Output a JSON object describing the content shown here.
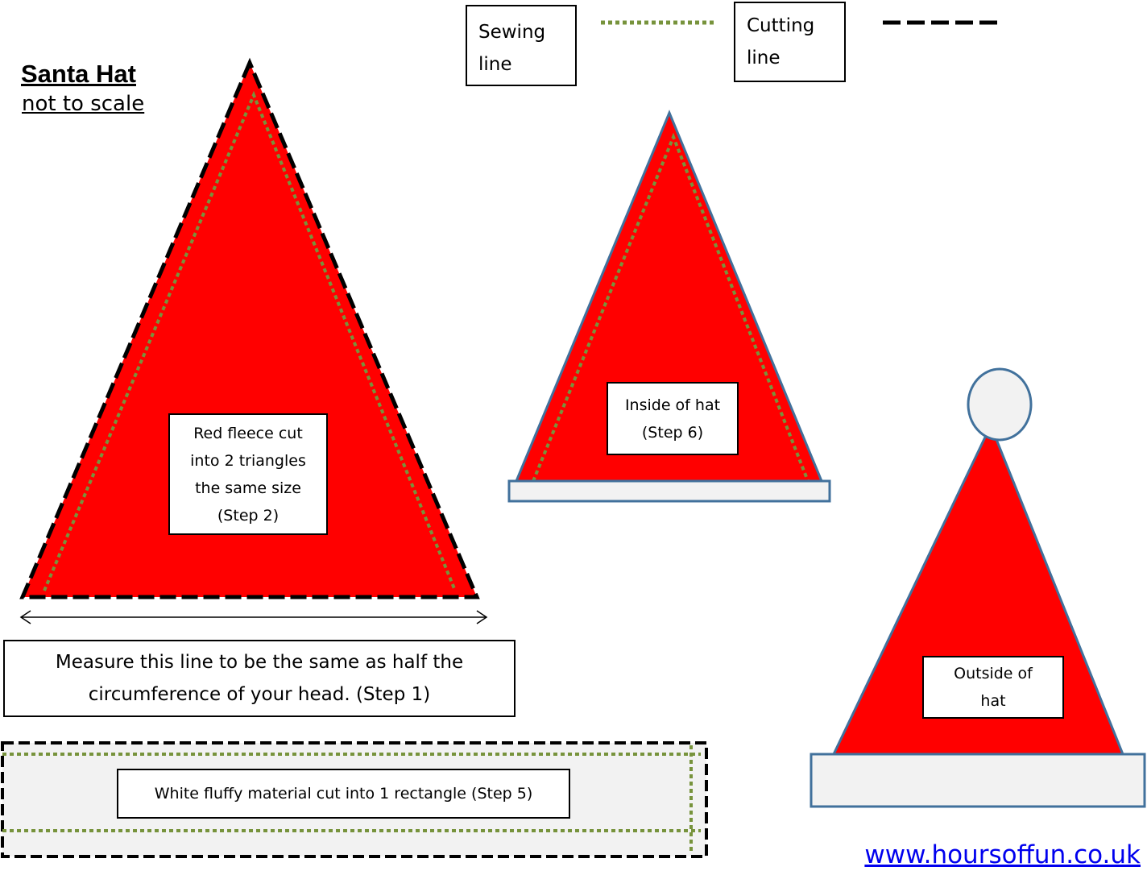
{
  "header": {
    "title": "Santa Hat",
    "subtitle": "not to scale"
  },
  "legend": {
    "sewing_label": "Sewing line",
    "cutting_label": "Cutting line"
  },
  "labels": {
    "fleece": "Red fleece cut into 2 triangles the same size (Step 2)",
    "measure": "Measure this line to be the same as half the circumference of your head. (Step 1)",
    "white_material": "White fluffy material cut into 1 rectangle (Step 5)",
    "inside": "Inside of hat (Step 6)",
    "outside": "Outside of hat"
  },
  "footer": {
    "link": "www.hoursoffun.co.uk"
  },
  "colors": {
    "fleece_red": "#ff0000",
    "sewing_green": "#77933c",
    "outline_blue": "#41719c",
    "white_material": "#f2f2f2",
    "link_blue": "#0000ee"
  }
}
